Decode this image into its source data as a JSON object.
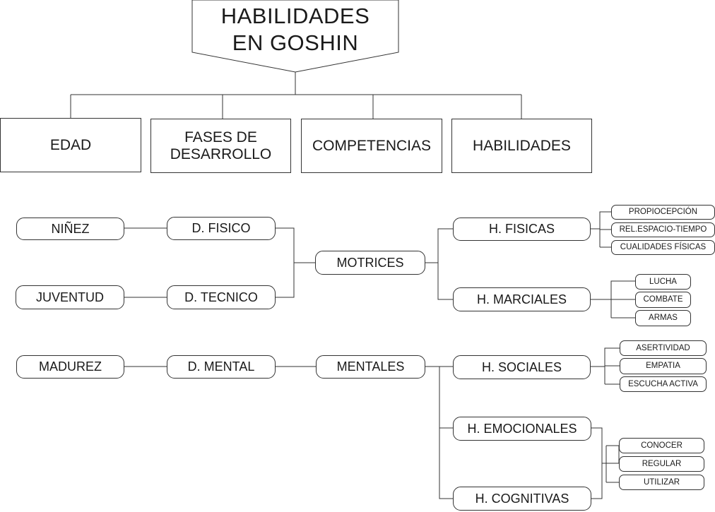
{
  "title": {
    "line1": "HABILIDADES",
    "line2": "EN GOSHIN"
  },
  "headers": [
    {
      "id": "edad",
      "text": "EDAD"
    },
    {
      "id": "fases",
      "line1": "FASES DE",
      "line2": "DESARROLLO"
    },
    {
      "id": "competencias",
      "text": "COMPETENCIAS"
    },
    {
      "id": "habilidades",
      "text": "HABILIDADES"
    }
  ],
  "ages": [
    "NIÑEZ",
    "JUVENTUD",
    "MADUREZ"
  ],
  "phases": [
    "D. FISICO",
    "D. TECNICO",
    "D. MENTAL"
  ],
  "competences": [
    "MOTRICES",
    "MENTALES"
  ],
  "skills": [
    "H. FISICAS",
    "H. MARCIALES",
    "H. SOCIALES",
    "H. EMOCIONALES",
    "H. COGNITIVAS"
  ],
  "subskills": {
    "fisicas": [
      "PROPIOCEPCIÓN",
      "REL.ESPACIO-TIEMPO",
      "CUALIDADES FÍSICAS"
    ],
    "marciales": [
      "LUCHA",
      "COMBATE",
      "ARMAS"
    ],
    "sociales": [
      "ASERTIVIDAD",
      "EMPATIA",
      "ESCUCHA ACTIVA"
    ],
    "cognitivas": [
      "CONOCER",
      "REGULAR",
      "UTILIZAR"
    ]
  }
}
